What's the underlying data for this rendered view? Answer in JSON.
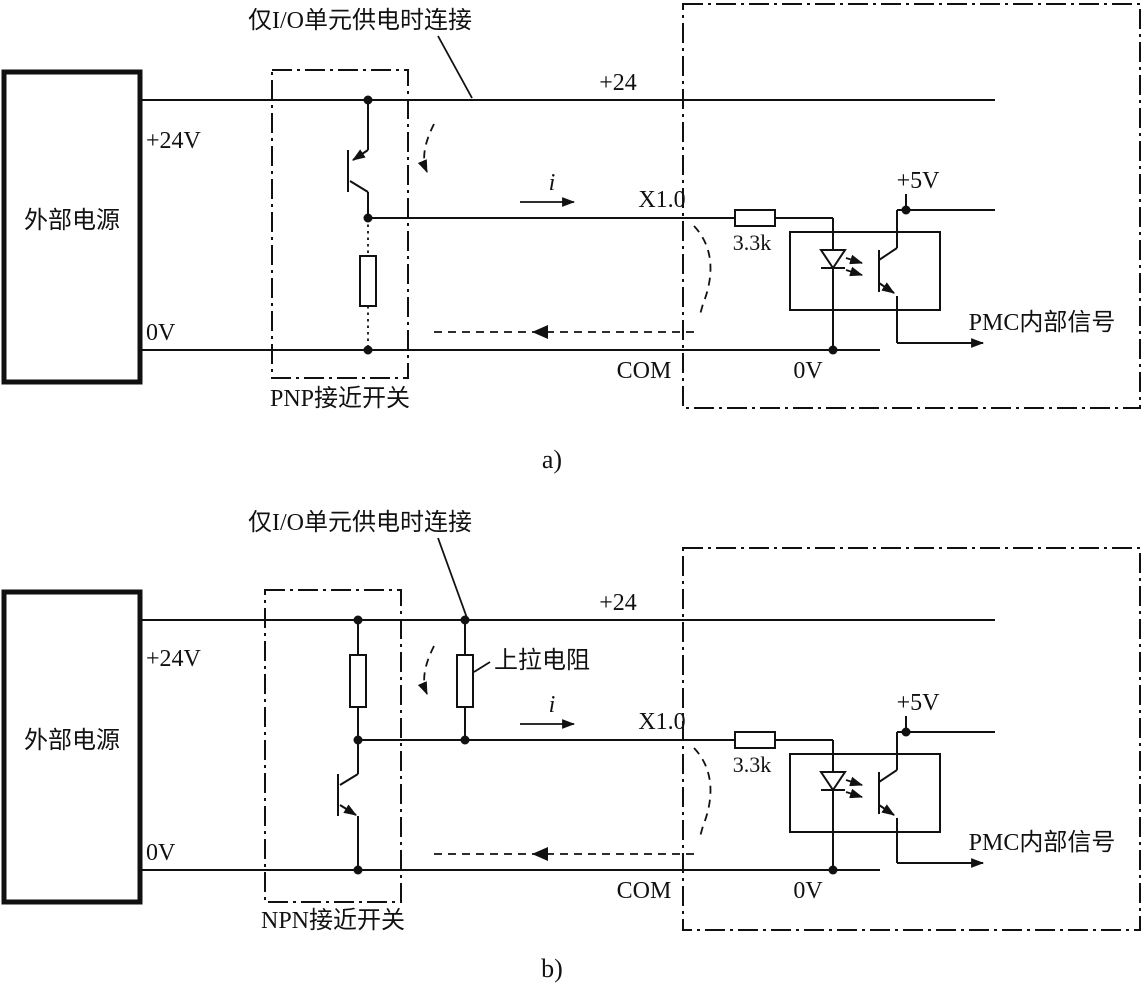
{
  "figure": {
    "panels": [
      {
        "id": "a",
        "caption": "a)",
        "connect_note": "仅I/O单元供电时连接",
        "external_power": "外部电源",
        "v24_label": "+24V",
        "v0_label": "0V",
        "switch_name": "PNP接近开关",
        "rail_24": "+24",
        "signal": "X1.0",
        "current": "i",
        "resistor_value": "3.3k",
        "v5_label": "+5V",
        "com_label": "COM",
        "internal_0v": "0V",
        "pmc_label": "PMC内部信号"
      },
      {
        "id": "b",
        "caption": "b)",
        "connect_note": "仅I/O单元供电时连接",
        "external_power": "外部电源",
        "v24_label": "+24V",
        "v0_label": "0V",
        "switch_name": "NPN接近开关",
        "pullup_label": "上拉电阻",
        "rail_24": "+24",
        "signal": "X1.0",
        "current": "i",
        "resistor_value": "3.3k",
        "v5_label": "+5V",
        "com_label": "COM",
        "internal_0v": "0V",
        "pmc_label": "PMC内部信号"
      }
    ]
  }
}
